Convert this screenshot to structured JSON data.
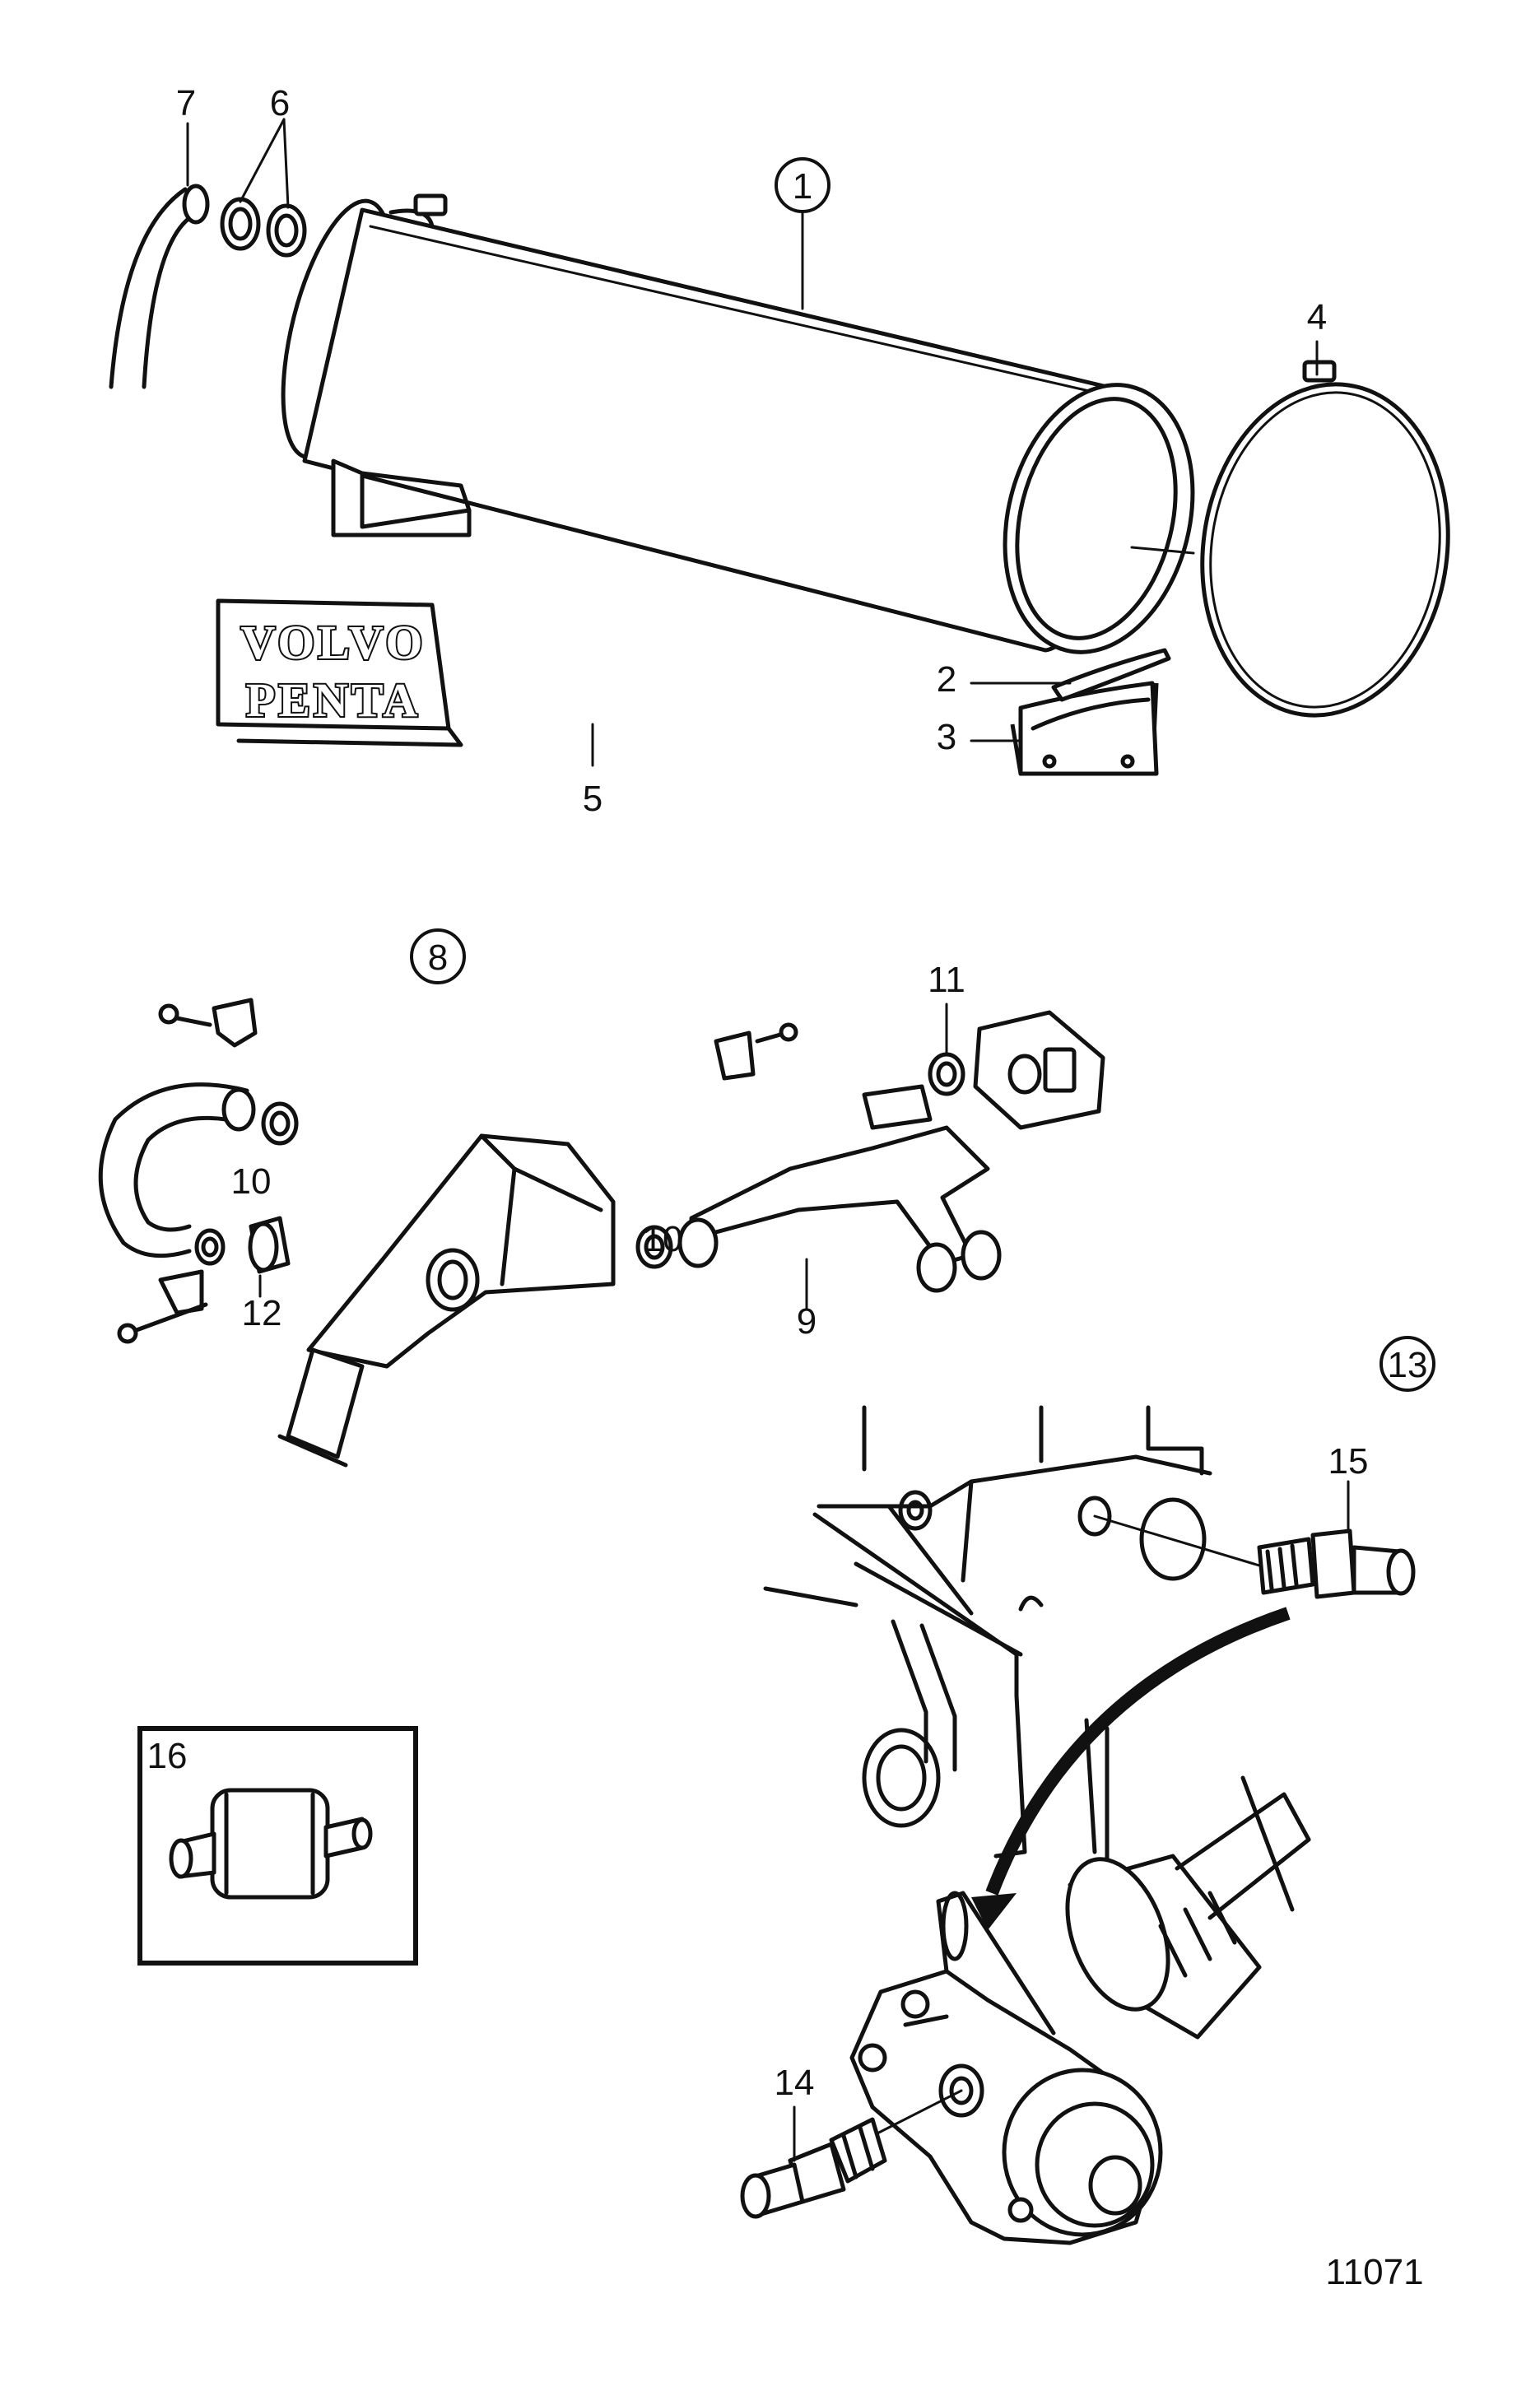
{
  "callouts": {
    "c1": "1",
    "c2": "2",
    "c3": "3",
    "c4": "4",
    "c5": "5",
    "c6": "6",
    "c7": "7",
    "c8": "8",
    "c9": "9",
    "c10a": "10",
    "c10b": "10",
    "c11": "11",
    "c12": "12",
    "c13": "13",
    "c14": "14",
    "c15": "15",
    "c16": "16"
  },
  "nameplate": {
    "line1": "VOLVO",
    "line2": "PENTA"
  },
  "figure_number": "11071"
}
